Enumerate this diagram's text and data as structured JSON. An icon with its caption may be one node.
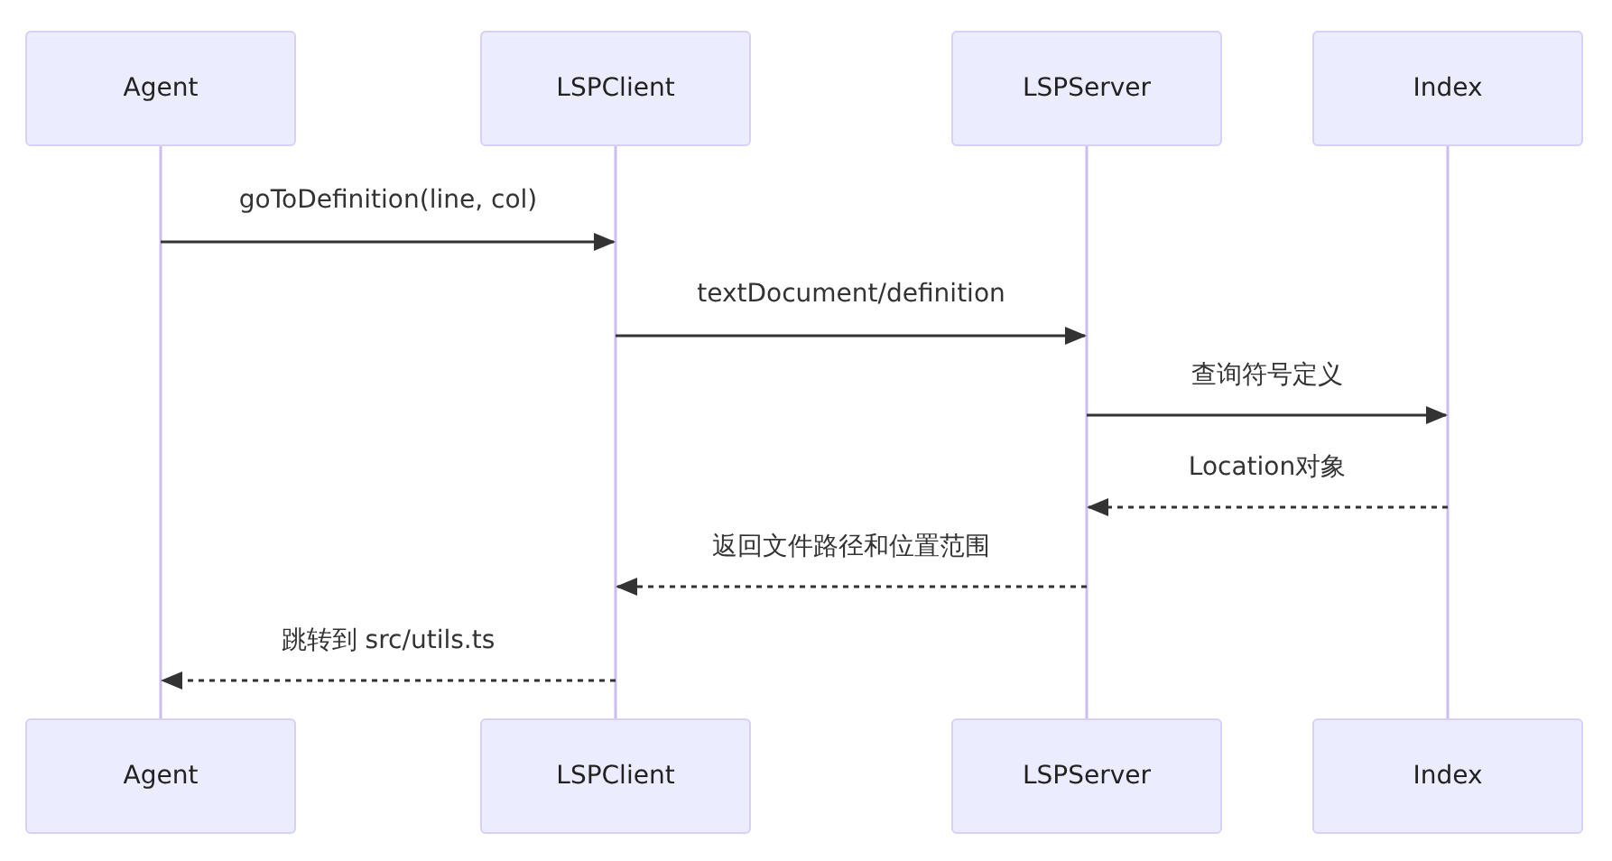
{
  "diagram": {
    "nodes": [
      {
        "text": [
          "Agent"
        ]
      },
      {
        "text": [
          "LSPClient"
        ]
      },
      {
        "text": [
          "LSPServer"
        ]
      },
      {
        "text": [
          "Index"
        ]
      },
      {
        "text": [
          "Agent"
        ]
      },
      {
        "text": [
          "LSPClient"
        ]
      },
      {
        "text": [
          "LSPServer"
        ]
      },
      {
        "text": [
          "Index"
        ]
      }
    ],
    "edges": [
      {
        "from": 0,
        "to": 1,
        "arrow": "to",
        "label": "goToDefinition(line, col)"
      },
      {
        "from": 1,
        "to": 2,
        "arrow": "to",
        "label": "textDocument/definition"
      },
      {
        "from": 2,
        "to": 3,
        "arrow": "to",
        "label": "查询符号定义"
      },
      {
        "from": 3,
        "to": 2,
        "arrow": "to",
        "label": "Location对象",
        "style": "dashed"
      },
      {
        "from": 2,
        "to": 1,
        "arrow": "to",
        "label": "返回文件路径和位置范围",
        "style": "dashed"
      },
      {
        "from": 1,
        "to": 0,
        "arrow": "to",
        "label": "跳转到 src/utils.ts",
        "style": "dashed"
      }
    ]
  }
}
